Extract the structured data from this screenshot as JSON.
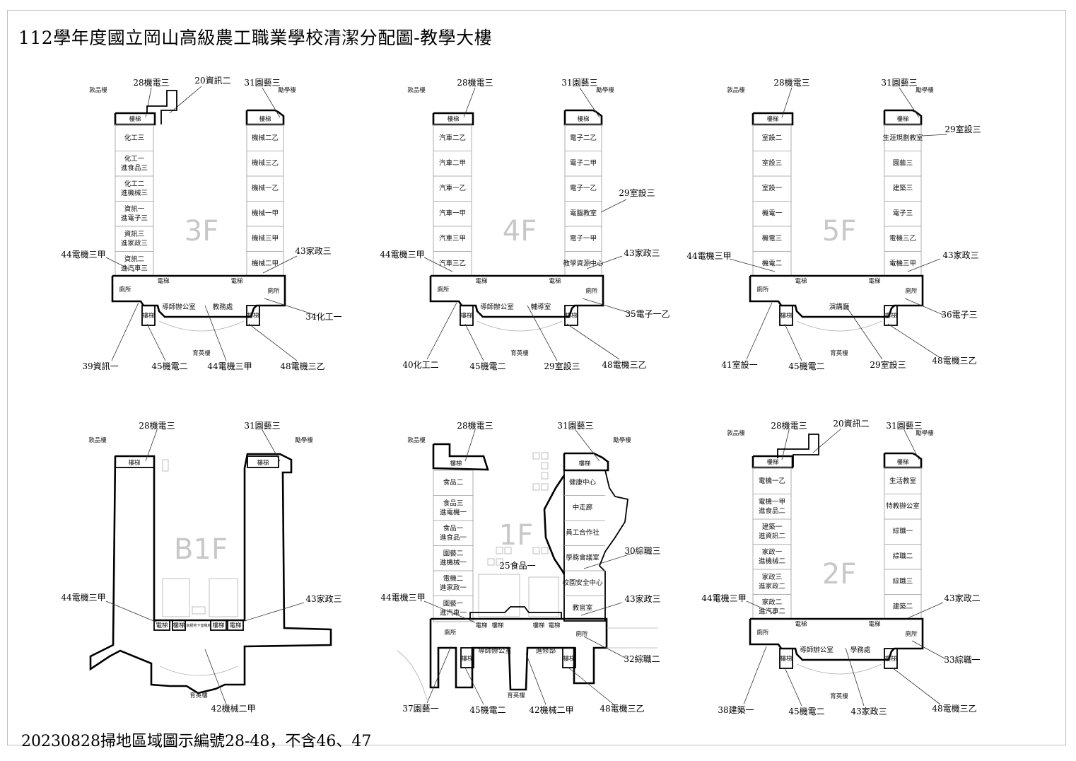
{
  "title": "112學年度國立岡山高級農工職業學校清潔分配圖-教學大樓",
  "footer": "20230828掃地區域圖示編號28-48，不含46、47",
  "common": {
    "stairs": "樓梯",
    "elevator": "電梯",
    "restroom": "廁所",
    "left_building": "敦品樓",
    "right_building": "勵學樓",
    "south_building": "育英樓"
  },
  "floors": {
    "f3": {
      "floor_label": "3F",
      "left_rooms": [
        [
          "化工三"
        ],
        [
          "化工一",
          "進食品三"
        ],
        [
          "化工二",
          "進機械三"
        ],
        [
          "資訊一",
          "進電子三"
        ],
        [
          "資訊三",
          "進家政三"
        ],
        [
          "資訊二",
          "進汽車三"
        ]
      ],
      "right_rooms": [
        "機械二乙",
        "機械三乙",
        "機械一乙",
        "機械一甲",
        "機械三甲",
        "機械二甲"
      ],
      "center_rooms": [
        "導師辦公室",
        "教務處"
      ],
      "annotations": [
        "28機電三",
        "20資訊二",
        "31園藝三",
        "44電機三甲",
        "43家政三",
        "34化工一",
        "39資訊一",
        "45機電二",
        "44電機三甲",
        "48電機三乙"
      ]
    },
    "f4": {
      "floor_label": "4F",
      "left_rooms": [
        [
          "汽車二乙"
        ],
        [
          "汽車二甲"
        ],
        [
          "汽車一乙"
        ],
        [
          "汽車一甲"
        ],
        [
          "汽車三甲"
        ],
        [
          "汽車三乙"
        ]
      ],
      "right_rooms": [
        "電子二乙",
        "電子二甲",
        "電子一乙",
        "電腦教室",
        "電子一甲",
        "教學資源中心"
      ],
      "center_rooms": [
        "導師辦公室",
        "輔導室"
      ],
      "annotations": [
        "28機電三",
        "31園藝三",
        "29室設三",
        "44電機三甲",
        "43家政三",
        "35電子一乙",
        "40化工二",
        "45機電二",
        "29室設三",
        "48電機三乙"
      ]
    },
    "f5": {
      "floor_label": "5F",
      "left_rooms": [
        [
          "室設二"
        ],
        [
          "室設三"
        ],
        [
          "室設一"
        ],
        [
          "機電一"
        ],
        [
          "機電三"
        ],
        [
          "機電二"
        ]
      ],
      "right_rooms": [
        "生涯規劃教室",
        "園藝三",
        "建築三",
        "電子三",
        "電機三乙",
        "電機三甲"
      ],
      "center_rooms": [
        "演講廳"
      ],
      "annotations": [
        "28機電三",
        "31園藝三",
        "29室設三",
        "44電機三甲",
        "43家政三",
        "36電子三",
        "41室設一",
        "45機電二",
        "29室設三",
        "48電機三乙"
      ]
    },
    "b1": {
      "floor_label": "B1F",
      "small_text": "高壓地下室機房",
      "annotations": [
        "28機電三",
        "31園藝三",
        "44電機三甲",
        "43家政三",
        "42機械二甲"
      ]
    },
    "f1": {
      "floor_label": "1F",
      "left_rooms": [
        [
          "食品二"
        ],
        [
          "食品三",
          "進電機一"
        ],
        [
          "食品一",
          "進食品一"
        ],
        [
          "園藝二",
          "進機械一"
        ],
        [
          "電機二",
          "進家政一"
        ],
        [
          "園藝一",
          "進汽車一"
        ]
      ],
      "right_rooms": [
        "健康中心",
        "中走廊",
        "員工合作社",
        "學務會議室",
        "校園安全中心",
        "教官室"
      ],
      "center_rooms": [
        "導師辦公室",
        "進修部"
      ],
      "annotations": [
        "28機電三",
        "31園藝三",
        "25食品一",
        "30綜職三",
        "44電機三甲",
        "43家政三",
        "32綜職二",
        "37園藝一",
        "45機電二",
        "42機械二甲",
        "48電機三乙"
      ]
    },
    "f2": {
      "floor_label": "2F",
      "left_rooms": [
        [
          "電機一乙"
        ],
        [
          "電機一甲",
          "進食品二"
        ],
        [
          "建築一",
          "進資訊二"
        ],
        [
          "家政一",
          "進機械二"
        ],
        [
          "家政三",
          "進家政二"
        ],
        [
          "家政二",
          "進汽車二"
        ]
      ],
      "right_rooms": [
        "生活教室",
        "特教辦公室",
        "綜職一",
        "綜職二",
        "綜職三",
        "建築二"
      ],
      "center_rooms": [
        "導師辦公室",
        "學務處"
      ],
      "annotations": [
        "28機電三",
        "20資訊二",
        "31園藝三",
        "44電機三甲",
        "43家政二",
        "33綜職一",
        "38建築一",
        "45機電二",
        "43家政三",
        "48電機三乙"
      ]
    }
  }
}
